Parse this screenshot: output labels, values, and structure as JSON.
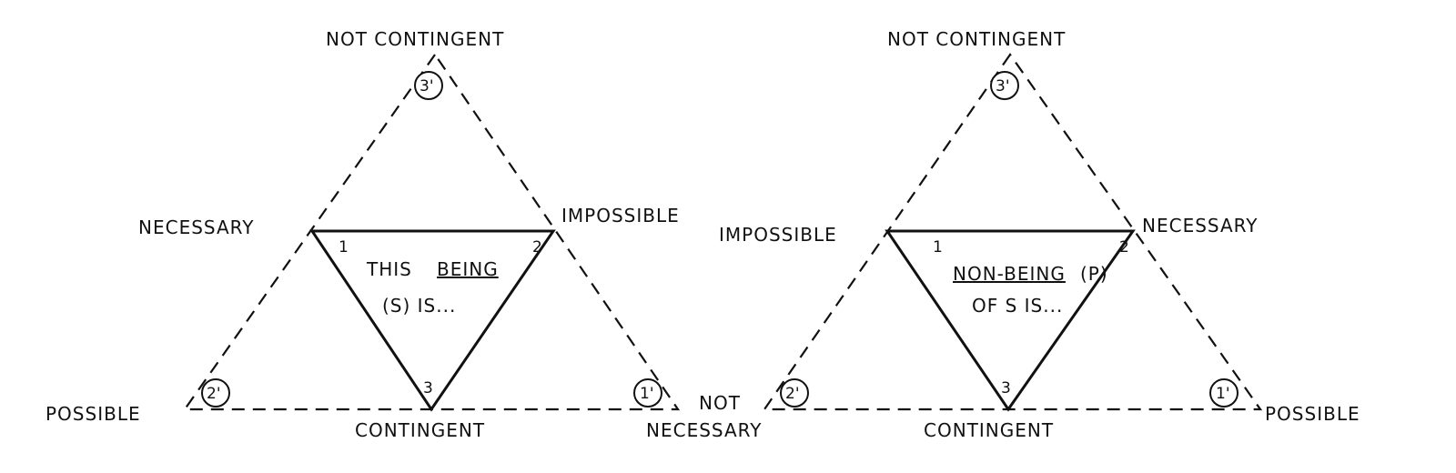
{
  "left": {
    "top": "NOT CONTINGENT",
    "upper_left": "NECESSARY",
    "upper_right": "IMPOSSIBLE",
    "bottom_left": "POSSIBLE",
    "bottom": "CONTINGENT",
    "bottom_right_line1": "NOT",
    "bottom_right_line2": "NECESSARY",
    "inner_line1_a": "THIS",
    "inner_line1_b": "BEING",
    "inner_line2": "(S) IS...",
    "vertex_1": "1",
    "vertex_2": "2",
    "vertex_3": "3",
    "circle_top": "3'",
    "circle_left": "2'",
    "circle_right": "1'"
  },
  "right": {
    "top": "NOT CONTINGENT",
    "upper_left": "IMPOSSIBLE",
    "upper_right": "NECESSARY",
    "bottom_right": "POSSIBLE",
    "bottom": "CONTINGENT",
    "inner_line1_a": "NON-BEING",
    "inner_line1_b": "(P)",
    "inner_line2": "OF S IS...",
    "vertex_1": "1",
    "vertex_2": "2",
    "vertex_3": "3",
    "circle_top": "3'",
    "circle_left": "2'",
    "circle_right": "1'"
  }
}
